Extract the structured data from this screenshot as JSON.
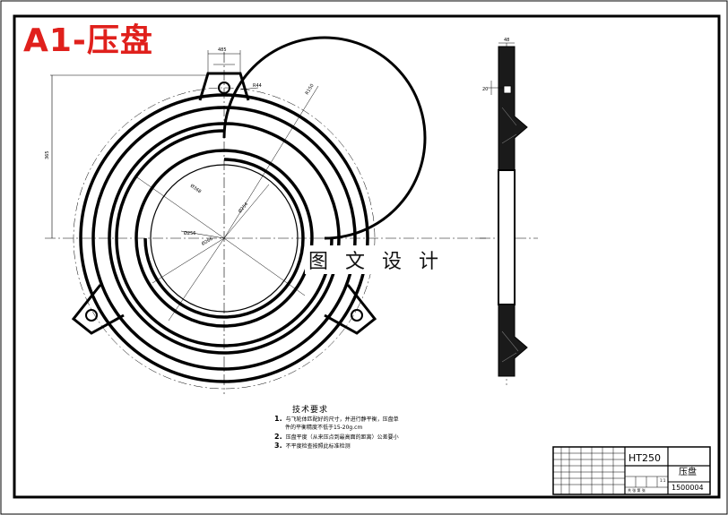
{
  "sheet": {
    "title_label": "A1-压盘",
    "watermark": "图 文 设 计",
    "title_color": "#e0201c"
  },
  "front_view": {
    "dimensions": [
      "485",
      "R150",
      "Ø368",
      "Ø254",
      "Ø256",
      "Ø266",
      "R44",
      "365"
    ]
  },
  "side_view": {
    "dimensions": [
      "48",
      "20"
    ]
  },
  "technical_requirements": {
    "heading": "技术要求",
    "items": [
      {
        "num": "1.",
        "line1": "与飞轮体匹配好的尺寸，并进行静平衡，压盘单",
        "line2": "件的平衡精度不低于15-20g.cm"
      },
      {
        "num": "2.",
        "line1": "压盘平度（从来压点到最高面的距离）公差要小"
      },
      {
        "num": "3.",
        "line1": "不平度检查按照此标准检测"
      }
    ]
  },
  "title_block": {
    "material": "HT250",
    "part_name": "压盘",
    "drawing_number": "1500004",
    "scale": "1:1",
    "sheet_info": "共 张  第 张"
  }
}
